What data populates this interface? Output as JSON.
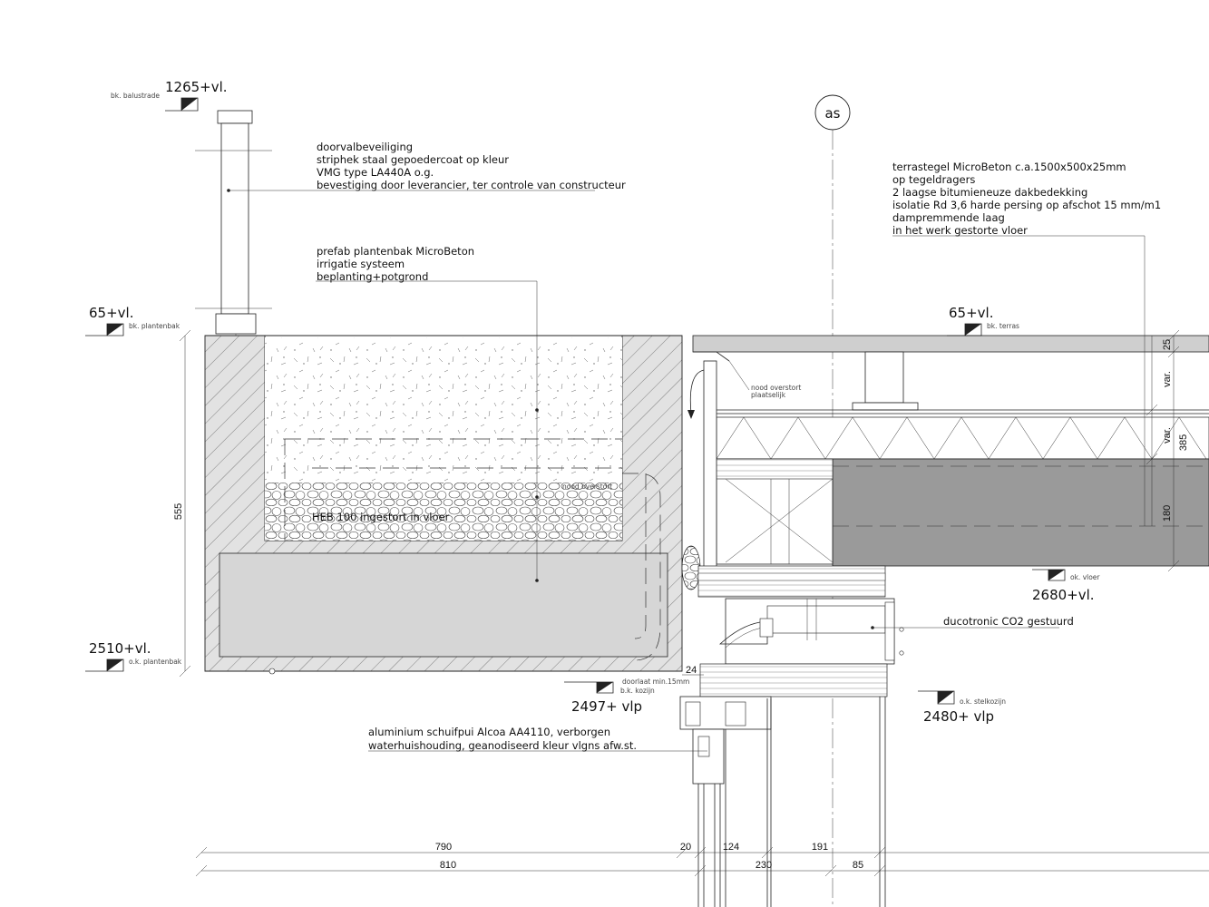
{
  "axis_label": "as",
  "levels": [
    {
      "id": "balustrade",
      "value": "1265+vl.",
      "sub": "bk. balustrade"
    },
    {
      "id": "plantenbak-top",
      "value": "65+vl.",
      "sub": "bk. plantenbak"
    },
    {
      "id": "plantenbak-bottom",
      "value": "2510+vl.",
      "sub": "o.k. plantenbak"
    },
    {
      "id": "kozijn",
      "value": "2497+ vlp",
      "sub": "b.k. kozijn"
    },
    {
      "id": "terras",
      "value": "65+vl.",
      "sub": "bk. terras"
    },
    {
      "id": "vloer",
      "value": "2680+vl.",
      "sub": "ok. vloer"
    },
    {
      "id": "stelkozijn",
      "value": "2480+ vlp",
      "sub": "o.k. stelkozijn"
    }
  ],
  "notes": {
    "doorval": [
      "doorvalbeveiliging",
      "striphek staal gepoedercoat op kleur",
      "VMG type LA440A o.g.",
      "bevestiging door leverancier, ter controle van constructeur"
    ],
    "plantenbak": [
      "prefab plantenbak MicroBeton",
      "irrigatie systeem",
      "beplanting+potgrond"
    ],
    "terras": [
      "terrastegel MicroBeton c.a.1500x500x25mm",
      "op tegeldragers",
      "2 laagse bitumieneuze dakbedekking",
      "isolatie Rd 3,6 harde persing op afschot 15 mm/m1",
      "dampremmende laag",
      "in het werk gestorte vloer"
    ],
    "heb": "HEB 100 ingestort in vloer",
    "nood_overstort_1": "nood overstort",
    "nood_overstort_1b": "plaatselijk",
    "nood_overstort_2": "nood overstort",
    "ducotronic": "ducotronic CO2 gestuurd",
    "doorlaat": "doorlaat min.15mm",
    "schuifpui": [
      "aluminium schuifpui Alcoa AA4110, verborgen",
      "waterhuishouding, geanodiseerd kleur vlgns afw.st."
    ]
  },
  "dimensions": {
    "height_555": "555",
    "right_25": "25",
    "right_var1": "var.",
    "right_var2": "var.",
    "right_385": "385",
    "right_180": "180",
    "dim_24": "24",
    "row1": [
      "790",
      "20",
      "124",
      "191"
    ],
    "row2": [
      "810",
      "230",
      "85"
    ]
  },
  "colors": {
    "line": "#222222",
    "concrete_fill": "#dddddd",
    "slab_fill": "#9a9a9a",
    "tile_fill": "#cfcfcf"
  }
}
